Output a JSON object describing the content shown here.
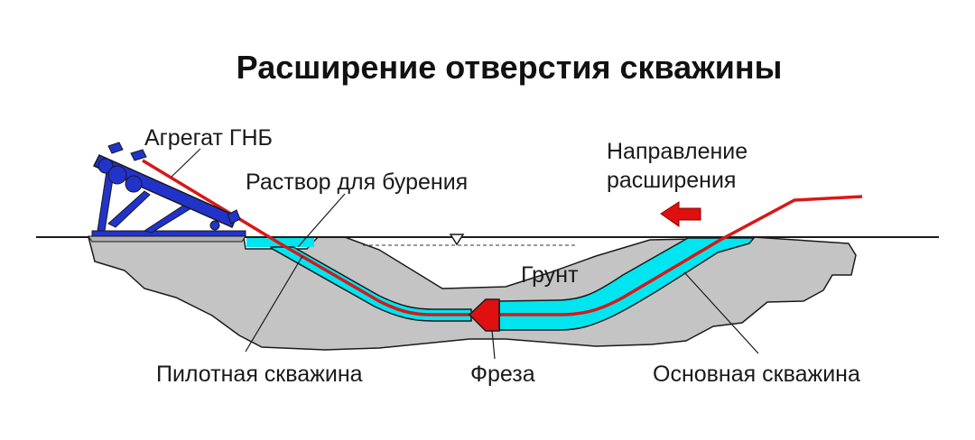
{
  "title": "Расширение отверстия скважины",
  "labels": {
    "rig": "Агрегат ГНБ",
    "drilling_fluid": "Раствор для бурения",
    "direction_line1": "Направление",
    "direction_line2": "расширения",
    "soil": "Грунт",
    "pilot_hole": "Пилотная скважина",
    "reamer": "Фреза",
    "main_hole": "Основная скважина"
  },
  "colors": {
    "soil": "#c4c4c4",
    "fluid": "#00e5f0",
    "pipe": "#d81818",
    "rig": "#2233cc",
    "outline": "#1a1a1a"
  },
  "icons": {
    "water_level": "triangle-down-icon",
    "direction_arrow": "arrow-left-icon"
  }
}
